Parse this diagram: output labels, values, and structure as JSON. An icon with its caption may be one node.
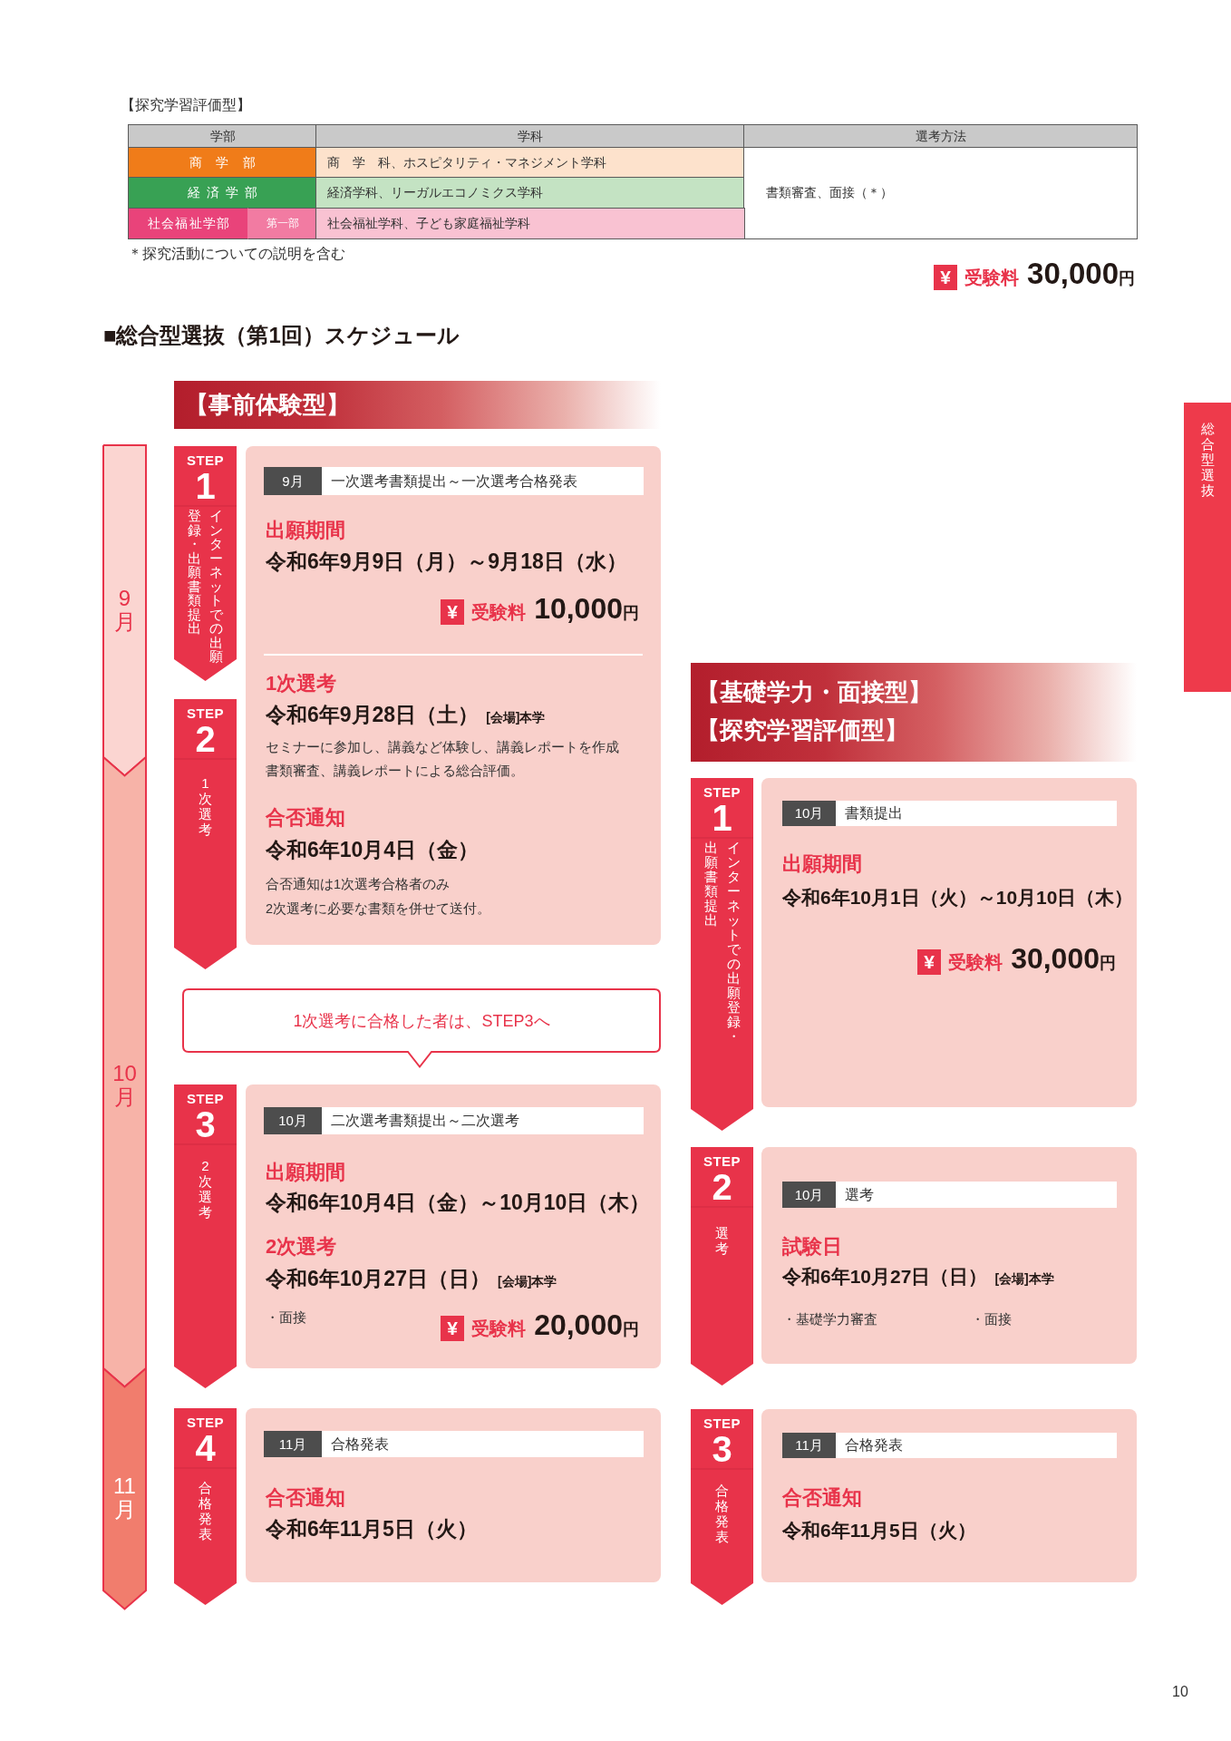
{
  "diagram": {
    "title": "■総合型選抜（第1回）スケジュール",
    "nodes": [
      {
        "text": [
          "【事前体験型】"
        ]
      },
      {
        "text": [
          "9月"
        ]
      },
      {
        "text": [
          "10月"
        ]
      },
      {
        "text": [
          "11月"
        ]
      },
      {
        "text": [
          "STEP",
          "1",
          "インターネットでの出願登録・出願書類提出"
        ]
      },
      {
        "text": [
          "出願期間",
          "令和6年9月9日（月）～9月18日（水）",
          "¥",
          "受験料",
          "10,000",
          "円",
          "1次選考",
          "令和6年9月28日（土）",
          "[会場]本学",
          "セミナーに参加し、講義など体験し、講義レポートを作成",
          "書類審査、講義レポートによる総合評価。",
          "合否通知",
          "令和6年10月4日（金）",
          "合否通知は1次選考合格者のみ",
          "2次選考に必要な書類を併せて送付。"
        ]
      },
      {
        "text": [
          "9月",
          "一次選考書類提出～一次選考合格発表"
        ],
        "in": 5
      },
      {
        "text": [
          "STEP",
          "2",
          "1次選考"
        ]
      },
      {
        "text": [
          "1次選考に合格した者は、STEP3へ"
        ]
      },
      {
        "text": [
          "STEP",
          "3",
          "2次選考"
        ]
      },
      {
        "text": [
          "出願期間",
          "令和6年10月4日（金）～10月10日（木）",
          "2次選考",
          "令和6年10月27日（日）",
          "[会場]本学",
          "・面接",
          "¥",
          "受験料",
          "20,000",
          "円"
        ]
      },
      {
        "text": [
          "10月",
          "二次選考書類提出～二次選考"
        ],
        "in": 10
      },
      {
        "text": [
          "STEP",
          "4",
          "合格発表"
        ]
      },
      {
        "text": [
          "合否通知",
          "令和6年11月5日（火）"
        ]
      },
      {
        "text": [
          "11月",
          "合格発表"
        ],
        "in": 13
      },
      {
        "text": [
          "【基礎学力・面接型】",
          "【探究学習評価型】"
        ]
      },
      {
        "text": [
          "STEP",
          "1",
          "インターネットでの出願登録・出願書類提出"
        ]
      },
      {
        "text": [
          "出願期間",
          "令和6年10月1日（火）～10月10日（木）",
          "¥",
          "受験料",
          "30,000",
          "円"
        ]
      },
      {
        "text": [
          "10月",
          "書類提出"
        ],
        "in": 17
      },
      {
        "text": [
          "STEP",
          "2",
          "選考"
        ]
      },
      {
        "text": [
          "試験日",
          "令和6年10月27日（日）",
          "[会場]本学",
          "・基礎学力審査",
          "・面接"
        ]
      },
      {
        "text": [
          "10月",
          "選考"
        ],
        "in": 20
      },
      {
        "text": [
          "STEP",
          "3",
          "合格発表"
        ]
      },
      {
        "text": [
          "合否通知",
          "令和6年11月5日（火）"
        ]
      },
      {
        "text": [
          "11月",
          "合格発表"
        ],
        "in": 23
      },
      {
        "text": [
          "総合型選抜"
        ]
      }
    ],
    "labels": [
      "【探究学習評価型】",
      "学部",
      "学科",
      "選考方法",
      "商学部",
      "商　学　科、ホスピタリティ・マネジメント学科",
      "経済学部",
      "経済学科、リーガルエコノミクス学科",
      "書類審査、面接（＊）",
      "社会福祉学部",
      "第一部",
      "社会福祉学科、子ども家庭福祉学科",
      "＊探究活動についての説明を含む",
      "¥",
      "受験料",
      "30,000",
      "円",
      "10"
    ]
  }
}
